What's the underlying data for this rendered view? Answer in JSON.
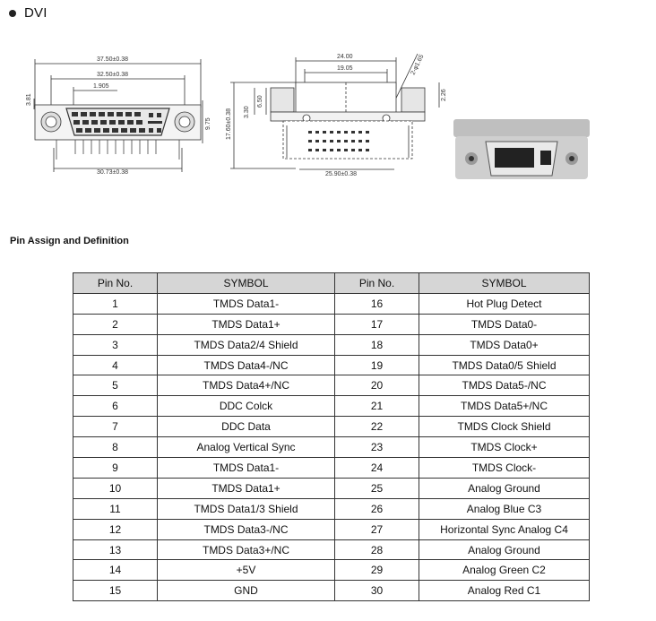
{
  "header": {
    "title": "DVI"
  },
  "drawing": {
    "front_view": {
      "overall_width": "37.50±0.38",
      "mounting_span": "32.50±0.38",
      "pitch": "1.905",
      "left_height": "3.81",
      "right_height": "9.75",
      "bottom_width": "30.73±0.38"
    },
    "side_view": {
      "top_width": "24.00",
      "inner_width": "19.05",
      "hole": "2-φ1.65",
      "left_small": "6.50",
      "left_mid": "3.30",
      "overall_height": "17.60±0.38",
      "right_height": "2.26",
      "bottom_width": "25.90±0.38"
    }
  },
  "section": {
    "heading": "Pin Assign and Definition"
  },
  "table": {
    "headers": [
      "Pin No.",
      "SYMBOL",
      "Pin No.",
      "SYMBOL"
    ],
    "rows": [
      [
        "1",
        "TMDS Data1-",
        "16",
        "Hot Plug Detect"
      ],
      [
        "2",
        "TMDS Data1+",
        "17",
        "TMDS Data0-"
      ],
      [
        "3",
        "TMDS Data2/4 Shield",
        "18",
        "TMDS Data0+"
      ],
      [
        "4",
        "TMDS Data4-/NC",
        "19",
        "TMDS Data0/5 Shield"
      ],
      [
        "5",
        "TMDS Data4+/NC",
        "20",
        "TMDS Data5-/NC"
      ],
      [
        "6",
        "DDC Colck",
        "21",
        "TMDS Data5+/NC"
      ],
      [
        "7",
        "DDC Data",
        "22",
        "TMDS Clock Shield"
      ],
      [
        "8",
        "Analog Vertical Sync",
        "23",
        "TMDS Clock+"
      ],
      [
        "9",
        "TMDS Data1-",
        "24",
        "TMDS Clock-"
      ],
      [
        "10",
        "TMDS Data1+",
        "25",
        "Analog Ground"
      ],
      [
        "11",
        "TMDS Data1/3 Shield",
        "26",
        "Analog Blue C3"
      ],
      [
        "12",
        "TMDS Data3-/NC",
        "27",
        "Horizontal Sync Analog C4"
      ],
      [
        "13",
        "TMDS Data3+/NC",
        "28",
        "Analog Ground"
      ],
      [
        "14",
        "+5V",
        "29",
        "Analog Green C2"
      ],
      [
        "15",
        "GND",
        "30",
        "Analog Red C1"
      ]
    ]
  }
}
